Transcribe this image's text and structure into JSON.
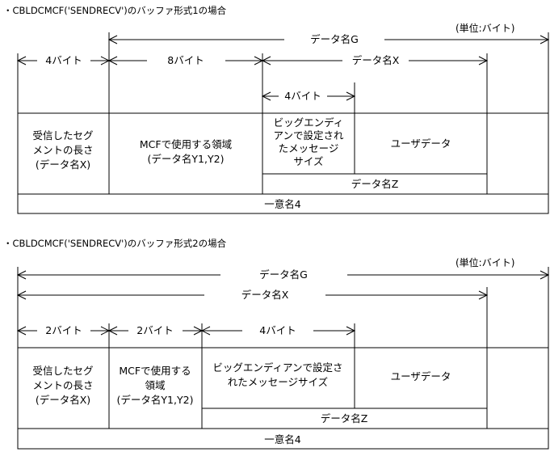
{
  "diagram1": {
    "title": "・CBLDCMCF('SENDRECV')のバッファ形式1の場合",
    "unit": "(単位:バイト)",
    "dim_g": "データ名G",
    "dim_4byte": "4バイト",
    "dim_8byte": "8バイト",
    "dim_x": "データ名X",
    "dim_inner_4byte": "4バイト",
    "cell_segment_length": [
      "受信したセグ",
      "メントの長さ",
      "(データ名X)"
    ],
    "cell_mcf_area": [
      "MCFで使用する領域",
      "(データ名Y1,Y2)"
    ],
    "cell_msg_size": [
      "ビッグエンディ",
      "アンで設定され",
      "たメッセージ",
      "サイズ"
    ],
    "cell_user_data": "ユーザデータ",
    "row_z": "データ名Z",
    "row_unique": "一意名4"
  },
  "diagram2": {
    "title": "・CBLDCMCF('SENDRECV')のバッファ形式2の場合",
    "unit": "(単位:バイト)",
    "dim_g": "データ名G",
    "dim_x": "データ名X",
    "dim_2byte_a": "2バイト",
    "dim_2byte_b": "2バイト",
    "dim_4byte": "4バイト",
    "cell_segment_length": [
      "受信したセグ",
      "メントの長さ",
      "(データ名X)"
    ],
    "cell_mcf_area": [
      "MCFで使用する",
      "領域",
      "(データ名Y1,Y2)"
    ],
    "cell_msg_size": [
      "ビッグエンディアンで設定さ",
      "れたメッセージサイズ"
    ],
    "cell_user_data": "ユーザデータ",
    "row_z": "データ名Z",
    "row_unique": "一意名4"
  }
}
